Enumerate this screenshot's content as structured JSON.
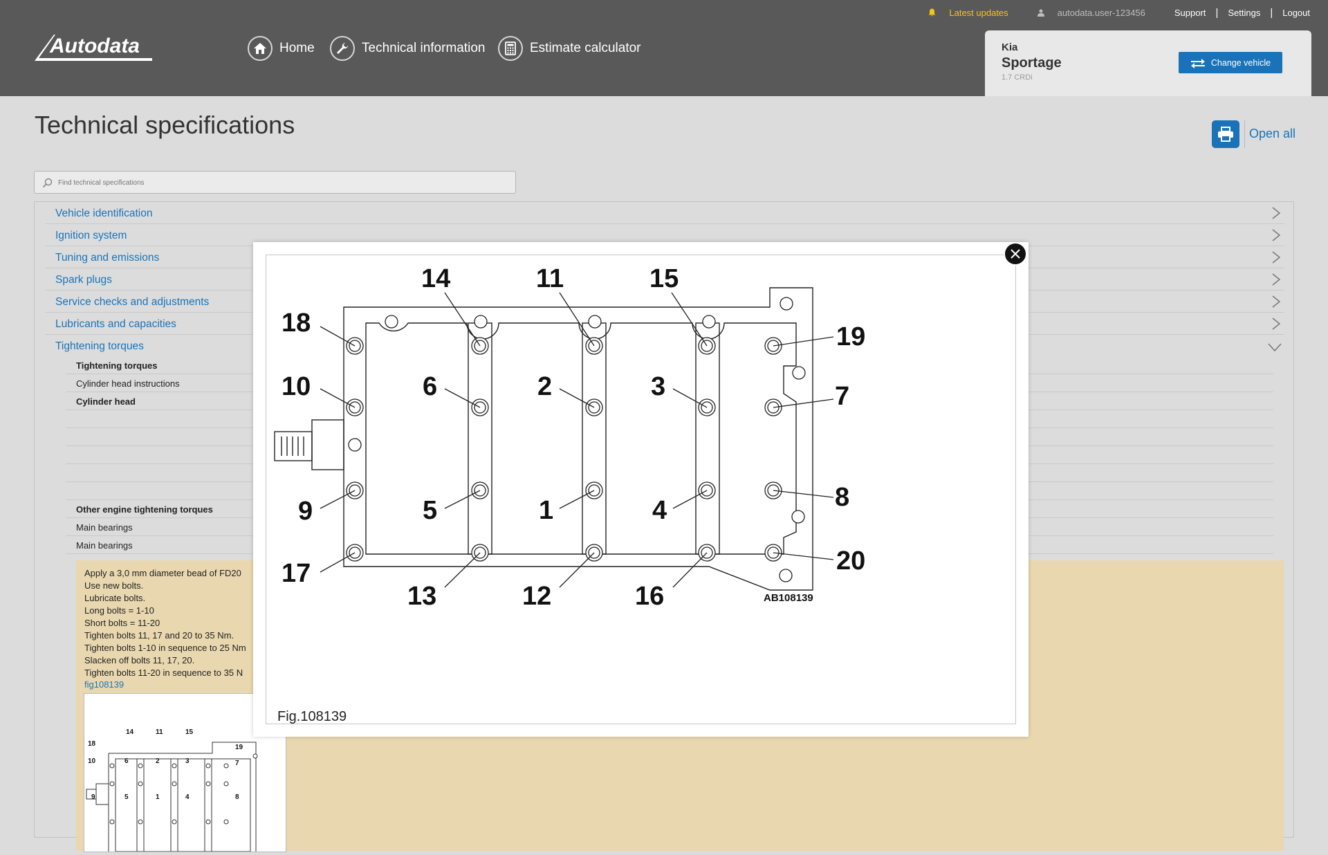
{
  "header": {
    "logo": "Autodata",
    "nav": [
      "Home",
      "Technical information",
      "Estimate calculator"
    ],
    "top_links": {
      "latest_updates": "Latest updates",
      "user": "autodata.user-123456",
      "support": "Support",
      "settings": "Settings",
      "logout": "Logout",
      "separator": "|"
    }
  },
  "vehicle": {
    "make": "Kia",
    "model": "Sportage",
    "engine": "1.7 CRDi",
    "change_label": "Change vehicle"
  },
  "page": {
    "title": "Technical specifications",
    "open_all": "Open all",
    "search_placeholder": "Find technical specifications"
  },
  "categories": [
    "Vehicle identification",
    "Ignition system",
    "Tuning and emissions",
    "Spark plugs",
    "Service checks and adjustments",
    "Lubricants and capacities",
    "Tightening torques"
  ],
  "subsections": [
    {
      "label": "Tightening torques",
      "bold": true
    },
    {
      "label": "Cylinder head instructions",
      "bold": false
    },
    {
      "label": "Cylinder head",
      "bold": true
    },
    {
      "label": "",
      "bold": false
    },
    {
      "label": "",
      "bold": false
    },
    {
      "label": "",
      "bold": false
    },
    {
      "label": "",
      "bold": false
    },
    {
      "label": "",
      "bold": false
    },
    {
      "label": "Other engine tightening torques",
      "bold": true
    },
    {
      "label": "Main bearings",
      "bold": false
    },
    {
      "label": "Main bearings",
      "bold": false
    }
  ],
  "note": {
    "text": "Apply a 3,0 mm diameter bead of FD20\nUse new bolts.\nLubricate bolts.\nLong bolts = 1-10\nShort bolts = 11-20\nTighten bolts 11, 17 and 20 to 35 Nm.\nTighten bolts 1-10 in sequence to 25 Nm\nSlacken off bolts 11, 17, 20.\nTighten bolts 11-20 in sequence to 35 N",
    "link": "fig108139"
  },
  "figure": {
    "caption": "Fig.108139",
    "code": "AB108139",
    "labels": [
      "14",
      "11",
      "15",
      "18",
      "19",
      "10",
      "6",
      "2",
      "3",
      "7",
      "9",
      "5",
      "1",
      "4",
      "8",
      "17",
      "13",
      "12",
      "16",
      "20"
    ],
    "thumb_labels": [
      "14",
      "11",
      "15",
      "18",
      "19",
      "10",
      "6",
      "2",
      "3",
      "7",
      "9",
      "5",
      "1",
      "4",
      "8"
    ]
  },
  "colors": {
    "accent": "#1a73b8",
    "header_bg": "#595959",
    "note_bg": "#e9d8af",
    "latest": "#f5c518"
  },
  "icons": {
    "home": "home-icon",
    "technical": "wrench-icon",
    "estimate": "calculator-icon",
    "print": "printer-icon",
    "close": "close-icon",
    "chevron": "chevron-right-icon",
    "bell": "bell-icon",
    "user": "user-icon",
    "swap": "swap-icon",
    "search": "search-icon"
  }
}
